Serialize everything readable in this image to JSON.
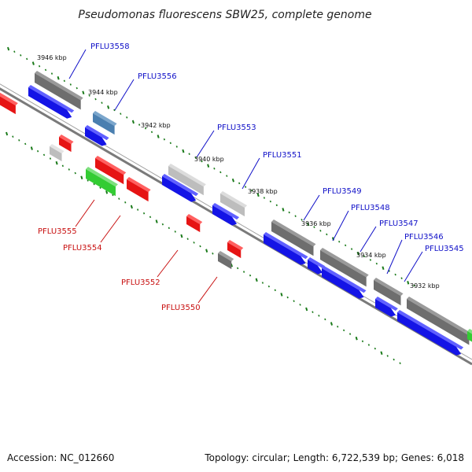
{
  "title": "Pseudomonas fluorescens SBW25, complete genome",
  "accession_label": "Accession: NC_012660",
  "summary_label": "Topology: circular; Length: 6,722,539 bp; Genes: 6,018",
  "colors": {
    "backbone": "#8a8a8a",
    "ticks": "#1a7a1a",
    "forward_cds": "#1414e6",
    "reverse_cds": "#e61414",
    "gray_feature": "#6e6e6e",
    "light_gray_feature": "#bdbdbd",
    "steel_blue_feature": "#4a7fb0",
    "green_feature": "#33cc33",
    "forward_label": "#1010c8",
    "reverse_label": "#c81010"
  },
  "scale_labels": [
    "3946 kbp",
    "3944 kbp",
    "3942 kbp",
    "3940 kbp",
    "3938 kbp",
    "3936 kbp",
    "3934 kbp",
    "3932 kbp"
  ],
  "forward_gene_labels": [
    "PFLU3558",
    "PFLU3556",
    "PFLU3553",
    "PFLU3551",
    "PFLU3549",
    "PFLU3548",
    "PFLU3547",
    "PFLU3546",
    "PFLU3545"
  ],
  "reverse_gene_labels": [
    "PFLU3555",
    "PFLU3554",
    "PFLU3552",
    "PFLU3550"
  ]
}
